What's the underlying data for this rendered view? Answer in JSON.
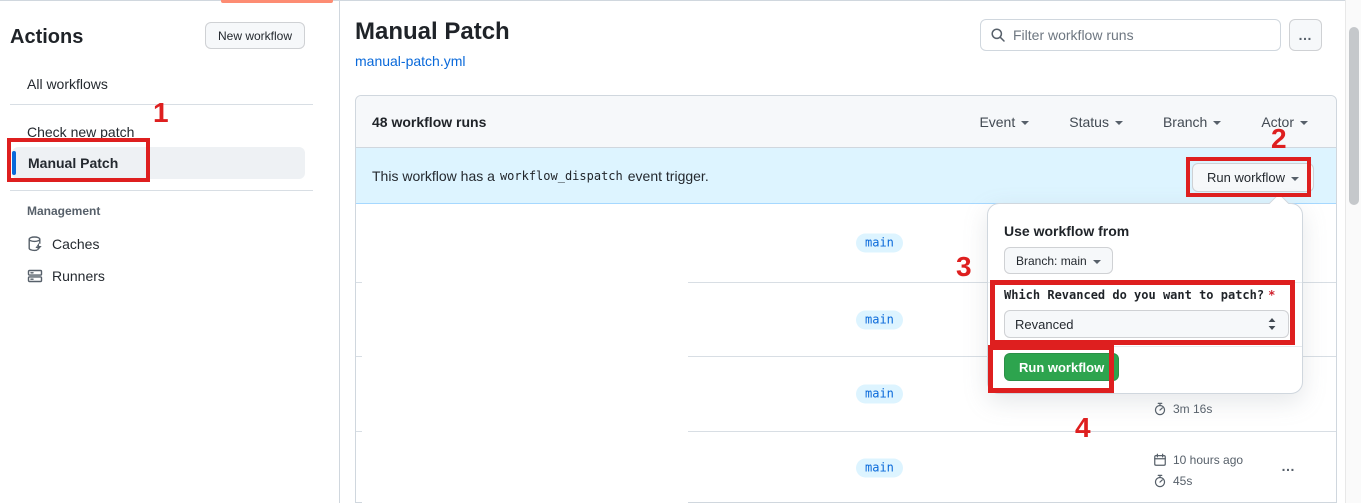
{
  "page": {
    "title": "Manual Patch",
    "file_link": "manual-patch.yml"
  },
  "sidebar": {
    "heading": "Actions",
    "new_workflow_button": "New workflow",
    "all_workflows": "All workflows",
    "workflows": [
      {
        "label": "Check new patch"
      },
      {
        "label": "Manual Patch"
      }
    ],
    "management": {
      "heading": "Management",
      "items": [
        {
          "label": "Caches",
          "icon": "database-icon"
        },
        {
          "label": "Runners",
          "icon": "server-icon"
        }
      ]
    }
  },
  "toolbar": {
    "filter_placeholder": "Filter workflow runs",
    "more_label": "…"
  },
  "runs_panel": {
    "count": "48 workflow runs",
    "filters": [
      {
        "label": "Event"
      },
      {
        "label": "Status"
      },
      {
        "label": "Branch"
      },
      {
        "label": "Actor"
      }
    ],
    "banner": {
      "text_before": "This workflow has a",
      "code": "workflow_dispatch",
      "text_after": "event trigger.",
      "run_button": "Run workflow"
    },
    "rows": [
      {
        "branch": "main"
      },
      {
        "branch": "main"
      },
      {
        "branch": "main",
        "duration": "3m 16s"
      },
      {
        "branch": "main",
        "started": "10 hours ago",
        "duration": "45s",
        "more": "…"
      }
    ]
  },
  "run_dialog": {
    "heading": "Use workflow from",
    "branch_selector": "Branch: main",
    "input_label": "Which Revanced do you want to patch?",
    "required": "*",
    "input_value": "Revanced",
    "submit": "Run workflow"
  },
  "annotations": {
    "s1": "1",
    "s2": "2",
    "s3": "3",
    "s4": "4"
  },
  "colors": {
    "annotation_red": "#de1f1f",
    "tab_accent_orange": "#fd8c73",
    "link_blue": "#0969da",
    "badge_bg": "#ddf4ff",
    "banner_bg": "#ddf4ff",
    "success_green": "#2da44e",
    "header_bg": "#f6f8fa"
  }
}
